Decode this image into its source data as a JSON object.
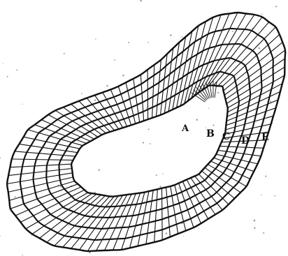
{
  "figure": {
    "labels": {
      "a": "A",
      "b": "B",
      "c": "C",
      "d": "D",
      "e": "E"
    },
    "colors": {
      "ink": "#111111",
      "paper": "#ffffff",
      "speckle": "#9a9a9a"
    }
  }
}
